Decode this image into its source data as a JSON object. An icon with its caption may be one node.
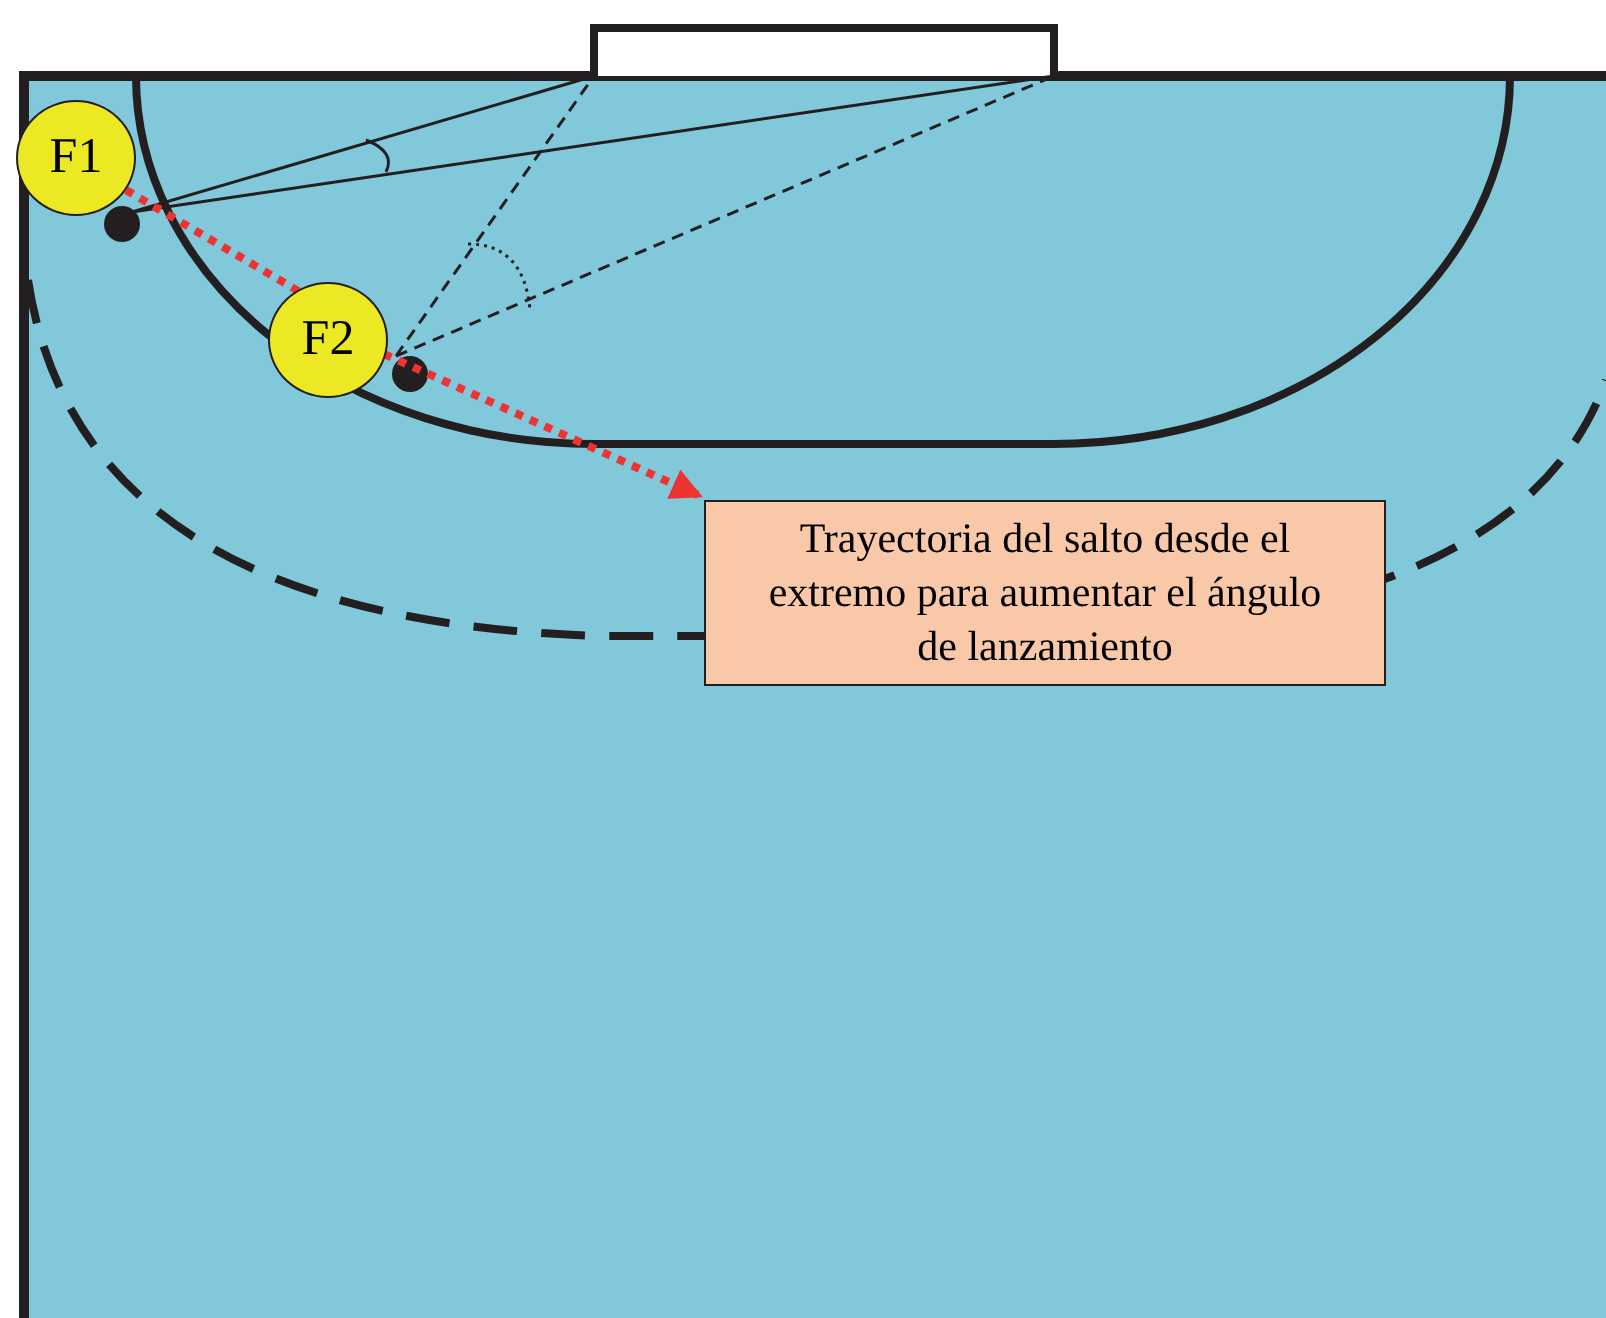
{
  "diagram": {
    "nodes": [
      {
        "text": [
          "F1"
        ]
      },
      {
        "text": [
          "F2"
        ]
      },
      {
        "text": [
          "Trayectoria del salto desde el extremo para aumentar el ángulo de lanzamiento"
        ]
      }
    ],
    "edges": [
      {
        "from": 0,
        "to": 1,
        "arrow": "none",
        "style": "dashed",
        "color": "#ee3333"
      },
      {
        "from": 1,
        "to": 2,
        "arrow": "to",
        "style": "dashed",
        "color": "#ee3333"
      }
    ]
  }
}
